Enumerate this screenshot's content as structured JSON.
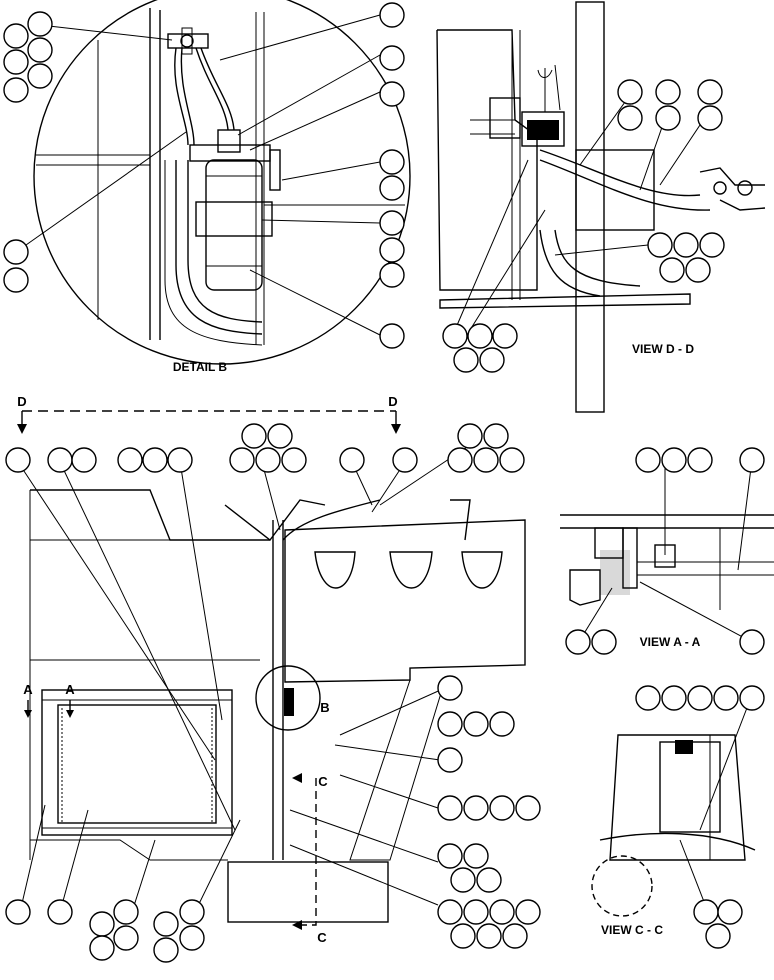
{
  "labels": {
    "detail_b": "DETAIL B",
    "view_dd": "VIEW D - D",
    "view_aa": "VIEW A - A",
    "view_cc": "VIEW C - C"
  },
  "markers": {
    "d_left": "D",
    "d_right": "D",
    "a_left": "A",
    "a_right": "A",
    "b": "B",
    "c_top": "C",
    "c_bottom": "C"
  },
  "colors": {
    "line": "#000000",
    "background": "#ffffff"
  }
}
